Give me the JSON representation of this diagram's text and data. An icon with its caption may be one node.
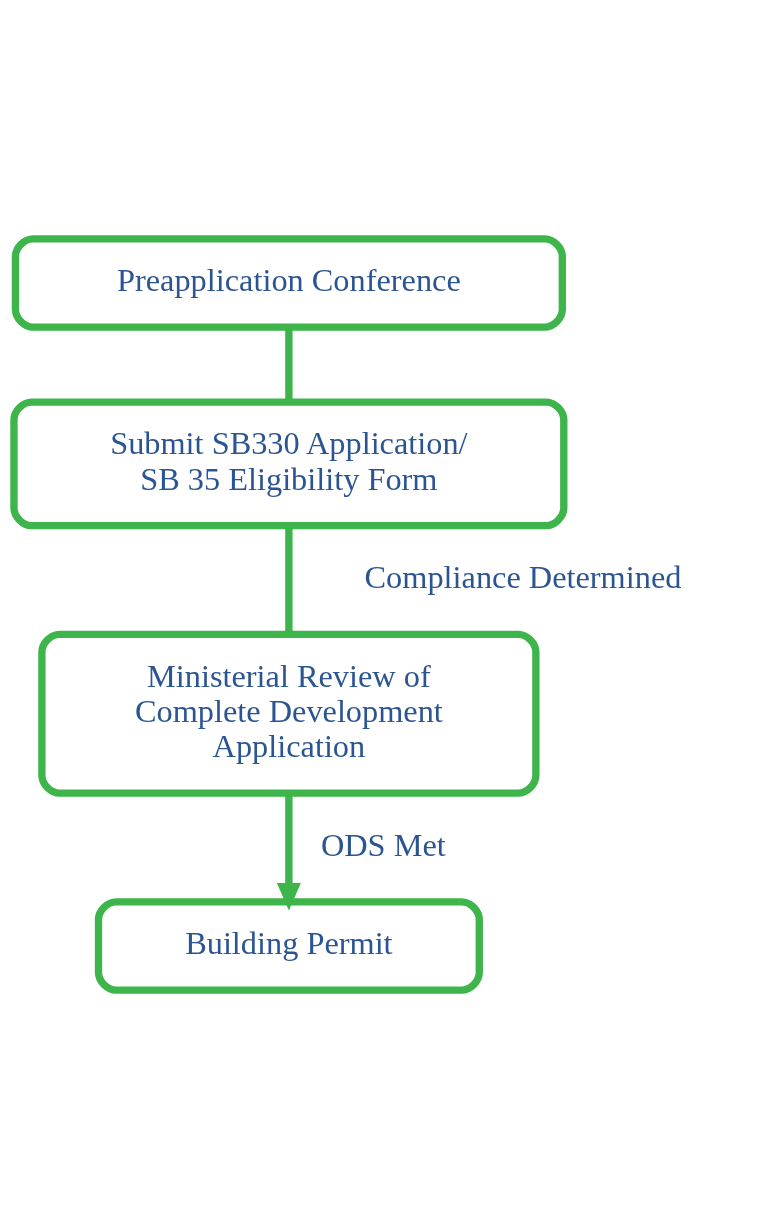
{
  "diagram": {
    "nodes": [
      {
        "text": [
          "Preapplication Conference"
        ]
      },
      {
        "text": [
          "Submit SB330 Application/ SB 35 Eligibility Form"
        ]
      },
      {
        "text": [
          "Ministerial Review of Complete Development Application"
        ]
      },
      {
        "text": [
          "Building Permit"
        ]
      }
    ],
    "edges": [
      {
        "from": 0,
        "to": 1,
        "arrow": "none"
      },
      {
        "from": 1,
        "to": 2,
        "arrow": "none",
        "label": "Compliance Determined"
      },
      {
        "from": 2,
        "to": 3,
        "arrow": "to",
        "label": "ODS Met"
      }
    ]
  }
}
